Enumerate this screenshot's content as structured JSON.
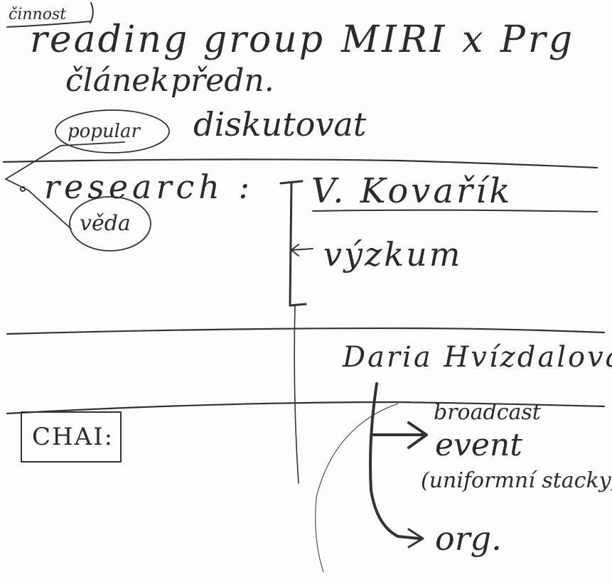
{
  "notes": {
    "cinnost": "činnost",
    "reading_group": "reading group",
    "miri_prg": "MIRI x Prg",
    "clanek": "článek",
    "predn": "předn.",
    "diskutovat": "diskutovat",
    "popular": "popular",
    "research": "research :",
    "kovarik": "V. Kovařík",
    "veda": "věda",
    "vyzkum": "výzkum",
    "daria": "Daria Hvízdalová",
    "chai": "CHAI:",
    "broadcast": "broadcast",
    "event": "event",
    "uniformni": "(uniformní stacky)",
    "org": "org."
  }
}
